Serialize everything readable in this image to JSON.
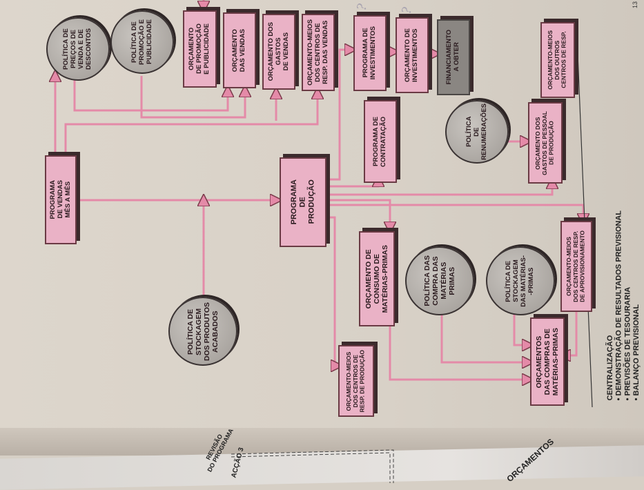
{
  "page_number": "13",
  "question_marks": [
    "?",
    "?"
  ],
  "colors": {
    "box_fill": "#eab2c6",
    "arrow": "#e48aa8",
    "gray_box": "#8a8682",
    "paper": "#d9d2c8"
  },
  "boxes": {
    "orc_promocao": "ORÇAMENTO\nDE PROMOÇÃO\nE PUBLICIDADE",
    "orc_vendas": "ORÇAMENTO\nDAS VENDAS",
    "orc_gastos_vendas": "ORÇAMENTO DOS\nGASTOS\nDE VENDAS",
    "orc_meios_vendas": "ORÇAMENTO-MEIOS\nDOS CENTROS DE\nRESP. DAS VENDAS",
    "prog_investimentos": "PROGRAMA DE\nINVESTIMENTOS",
    "orc_investimentos": "ORÇAMENTO DE\nINVESTIMENTOS",
    "financiamento": "FINANCIAMENTO\nA OBTER",
    "orc_meios_outros": "ORÇAMENTO-MEIOS\nDOS OUTROS\nCENTROS DE RESP.",
    "prog_vendas": "PROGRAMA\nDE VENDAS\nMÊS A MÊS",
    "prog_producao": "PROGRAMA\nDE\nPRODUÇÃO",
    "prog_contratacao": "PROGRAMA DE\nCONTRATAÇÃO",
    "orc_gastos_pessoal": "ORÇAMENTO DOS\nGASTOS DE PESSOAL\nDE PRODUÇÃO",
    "orc_consumo": "ORÇAMENTO DE\nCONSUMO DE\nMATÉRIAS-PRIMAS",
    "orc_meios_aprov": "ORÇAMENTO-MEIOS\nDOS CENTROS DE RESP.\nDE APROVISIONAMENTO",
    "orc_compras": "ORÇAMENTOS\nDAS COMPRAS DE\nMATÉRIAS-PRIMAS",
    "orc_meios_producao": "ORÇAMENTO-MEIOS\nDOS CENTROS DE\nRESP. DE PRODUÇÃO"
  },
  "circles": {
    "pol_precos": "POLÍTICA DE\nPREÇOS DE\nVENDA E DE\nDESCONTOS",
    "pol_promocao": "POLÍTICA DE\nPROMOÇÃO E\nPUBLICIDADE",
    "pol_renumeracoes": "POLÍTICA\nDE\nRENUMERAÇÕES",
    "pol_stock_produtos": "POLÍTICA DE\nSTOCKAGEM\nDOS PRODUTOS\nACABADOS",
    "pol_compra_mp": "POLÍTICA DAS\nCOMPRA DAS\nMATÉRIAS\nPRIMAS",
    "pol_stock_mp": "POLÍTICA DE\nSTOCKAGEM\nDAS MATÉRIAS-\n-PRIMAS"
  },
  "notes": "CENTRALIZAÇÃO\n• DEMONSTRAÇÃO DE RESULTADOS PREVISIONAL\n• PREVISÕES DE TESOURARIA\n• BALANÇO PREVISIONAL",
  "left_page": {
    "revisao": "REVISÃO\nDO PROGRAMA",
    "accao": "ACÇÃO 3",
    "orcamentos": "ORÇAMENTOS"
  }
}
